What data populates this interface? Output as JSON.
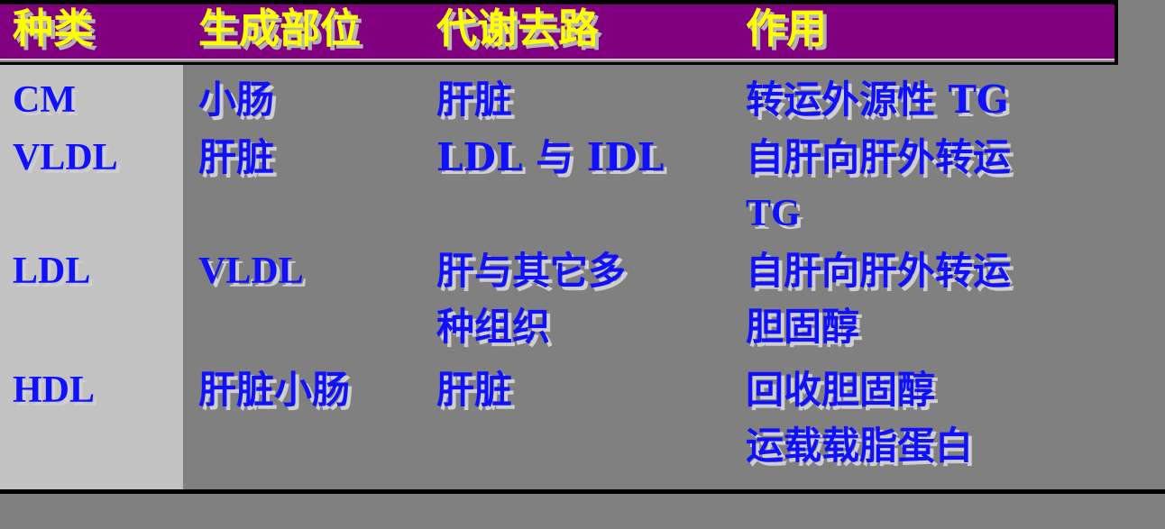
{
  "colors": {
    "background": "#808080",
    "header_background": "#800080",
    "header_text": "#ffff00",
    "body_text": "#1010ff",
    "first_column_background": "#c2c2c2",
    "rule": "#000000",
    "text_shadow": "#cfcfcf"
  },
  "table": {
    "headers": [
      {
        "label": "种类"
      },
      {
        "label": "生成部位"
      },
      {
        "label": "代谢去路"
      },
      {
        "label": "作用"
      }
    ],
    "rows": [
      {
        "name": "row-cm",
        "kind": [
          "CM"
        ],
        "origin": [
          "小肠"
        ],
        "metabolism": [
          "肝脏"
        ],
        "function": [
          "转运外源性 TG"
        ]
      },
      {
        "name": "row-vldl",
        "kind": [
          "VLDL"
        ],
        "origin": [
          "肝脏"
        ],
        "metabolism": [
          "LDL 与 IDL"
        ],
        "function": [
          "自肝向肝外转运",
          "TG"
        ]
      },
      {
        "name": "row-ldl",
        "kind": [
          "LDL"
        ],
        "origin": [
          "VLDL"
        ],
        "metabolism": [
          "肝与其它多",
          "种组织"
        ],
        "function": [
          "自肝向肝外转运",
          "胆固醇"
        ]
      },
      {
        "name": "row-hdl",
        "kind": [
          "HDL"
        ],
        "origin": [
          "肝脏小肠"
        ],
        "metabolism": [
          "肝脏"
        ],
        "function": [
          "回收胆固醇",
          "运载载脂蛋白"
        ]
      }
    ]
  }
}
